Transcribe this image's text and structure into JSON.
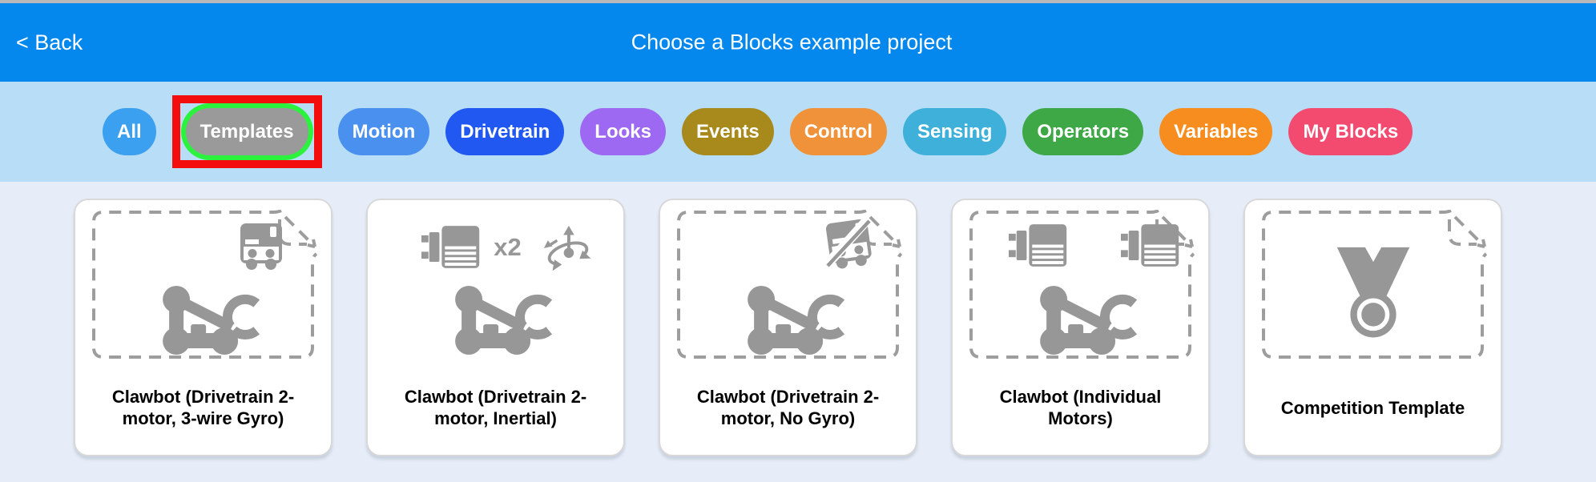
{
  "colors": {
    "header_bg": "#0588ee",
    "filter_row_bg": "#b8ddf6",
    "main_bg": "#e6edf8",
    "card_bg": "#ffffff",
    "icon_gray": "#979797",
    "dash_gray": "#9d9d9d"
  },
  "header": {
    "back_label": "< Back",
    "title": "Choose a Blocks example project"
  },
  "filters": [
    {
      "label": "All",
      "color": "#3aa0ef",
      "selected": false
    },
    {
      "label": "Templates",
      "color": "#9a9a9a",
      "selected": true,
      "selection_ring_color": "#2bf33d",
      "annotation_color": "#f40d0d"
    },
    {
      "label": "Motion",
      "color": "#4a90ee",
      "selected": false
    },
    {
      "label": "Drivetrain",
      "color": "#2158f2",
      "selected": false
    },
    {
      "label": "Looks",
      "color": "#9d68f2",
      "selected": false
    },
    {
      "label": "Events",
      "color": "#a8891c",
      "selected": false
    },
    {
      "label": "Control",
      "color": "#ef9239",
      "selected": false
    },
    {
      "label": "Sensing",
      "color": "#3fb0d9",
      "selected": false
    },
    {
      "label": "Operators",
      "color": "#3fa846",
      "selected": false
    },
    {
      "label": "Variables",
      "color": "#f78d1e",
      "selected": false
    },
    {
      "label": "My Blocks",
      "color": "#f34a70",
      "selected": false
    }
  ],
  "cards": [
    {
      "title": "Clawbot (Drivetrain 2-motor, 3-wire Gyro)"
    },
    {
      "title": "Clawbot (Drivetrain 2-motor, Inertial)",
      "multiplier_label": "x2"
    },
    {
      "title": "Clawbot (Drivetrain 2-motor, No Gyro)"
    },
    {
      "title": "Clawbot (Individual Motors)"
    },
    {
      "title": "Competition Template"
    }
  ]
}
